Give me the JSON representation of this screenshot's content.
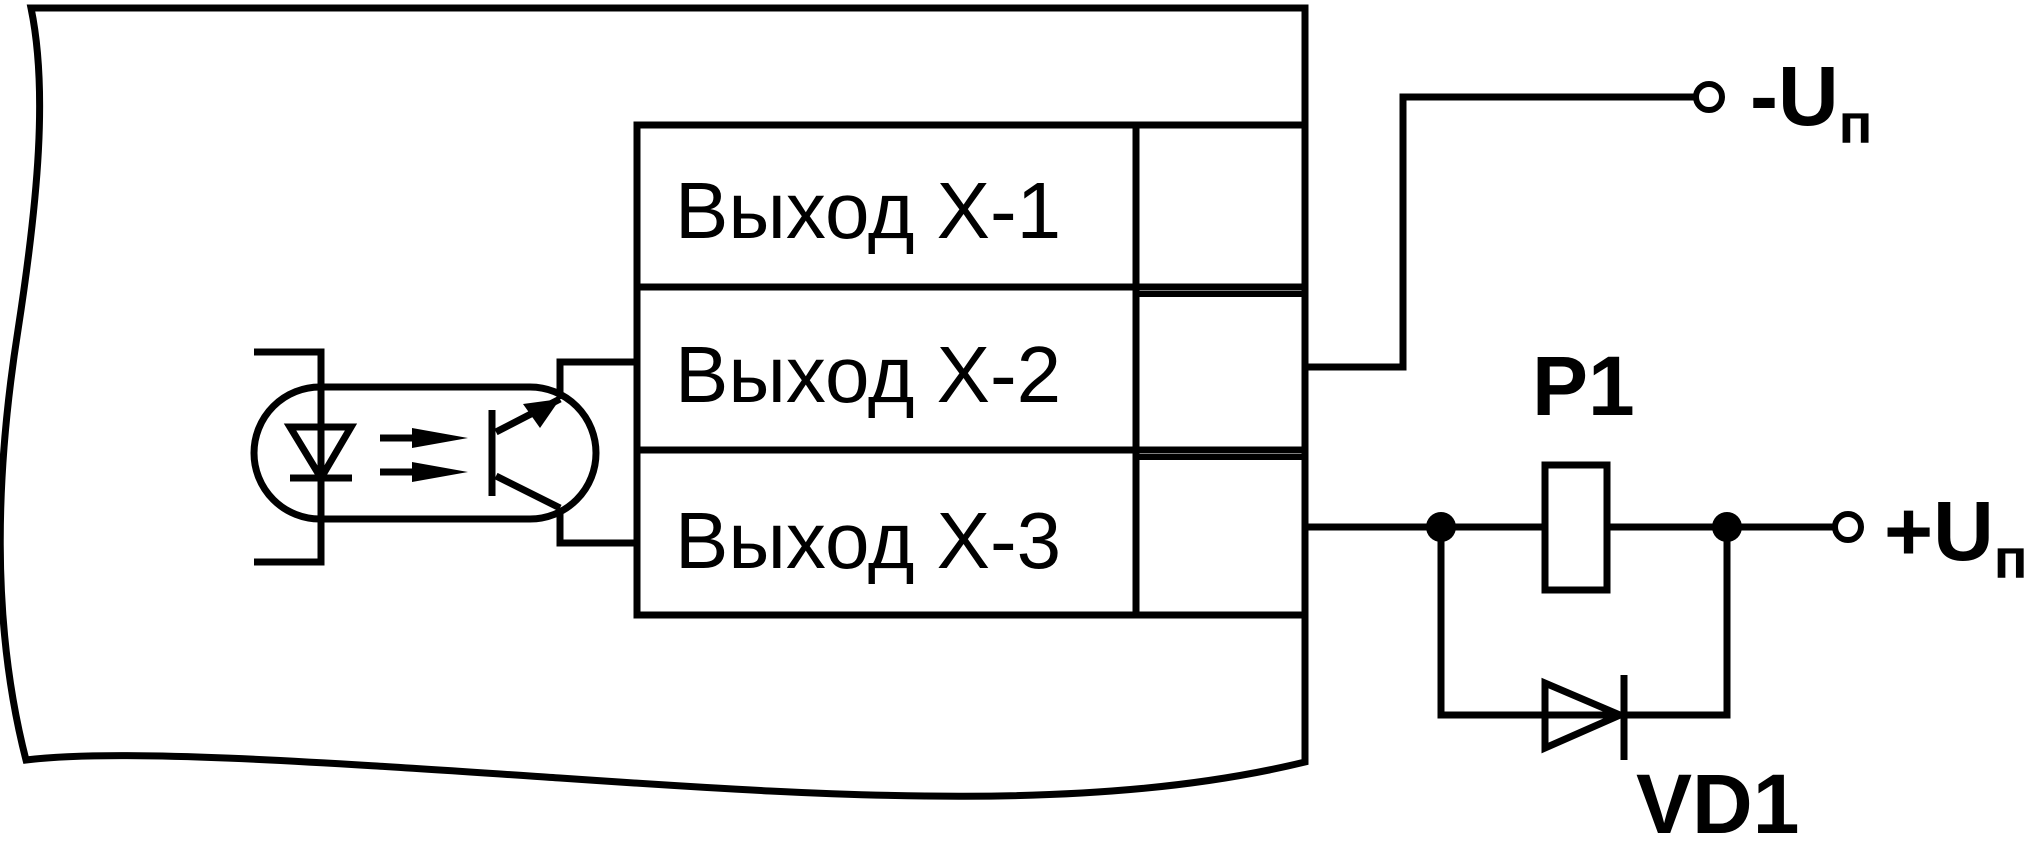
{
  "terminals": [
    {
      "label": "Выход Х-1"
    },
    {
      "label": "Выход Х-2"
    },
    {
      "label": "Выход Х-3"
    }
  ],
  "supply": {
    "negative": {
      "sign": "-",
      "symbol": "U",
      "subscript": "п"
    },
    "positive": {
      "sign": "+",
      "symbol": "U",
      "subscript": "п"
    }
  },
  "components": {
    "relay": {
      "label": "P1"
    },
    "diode": {
      "label": "VD1"
    }
  }
}
